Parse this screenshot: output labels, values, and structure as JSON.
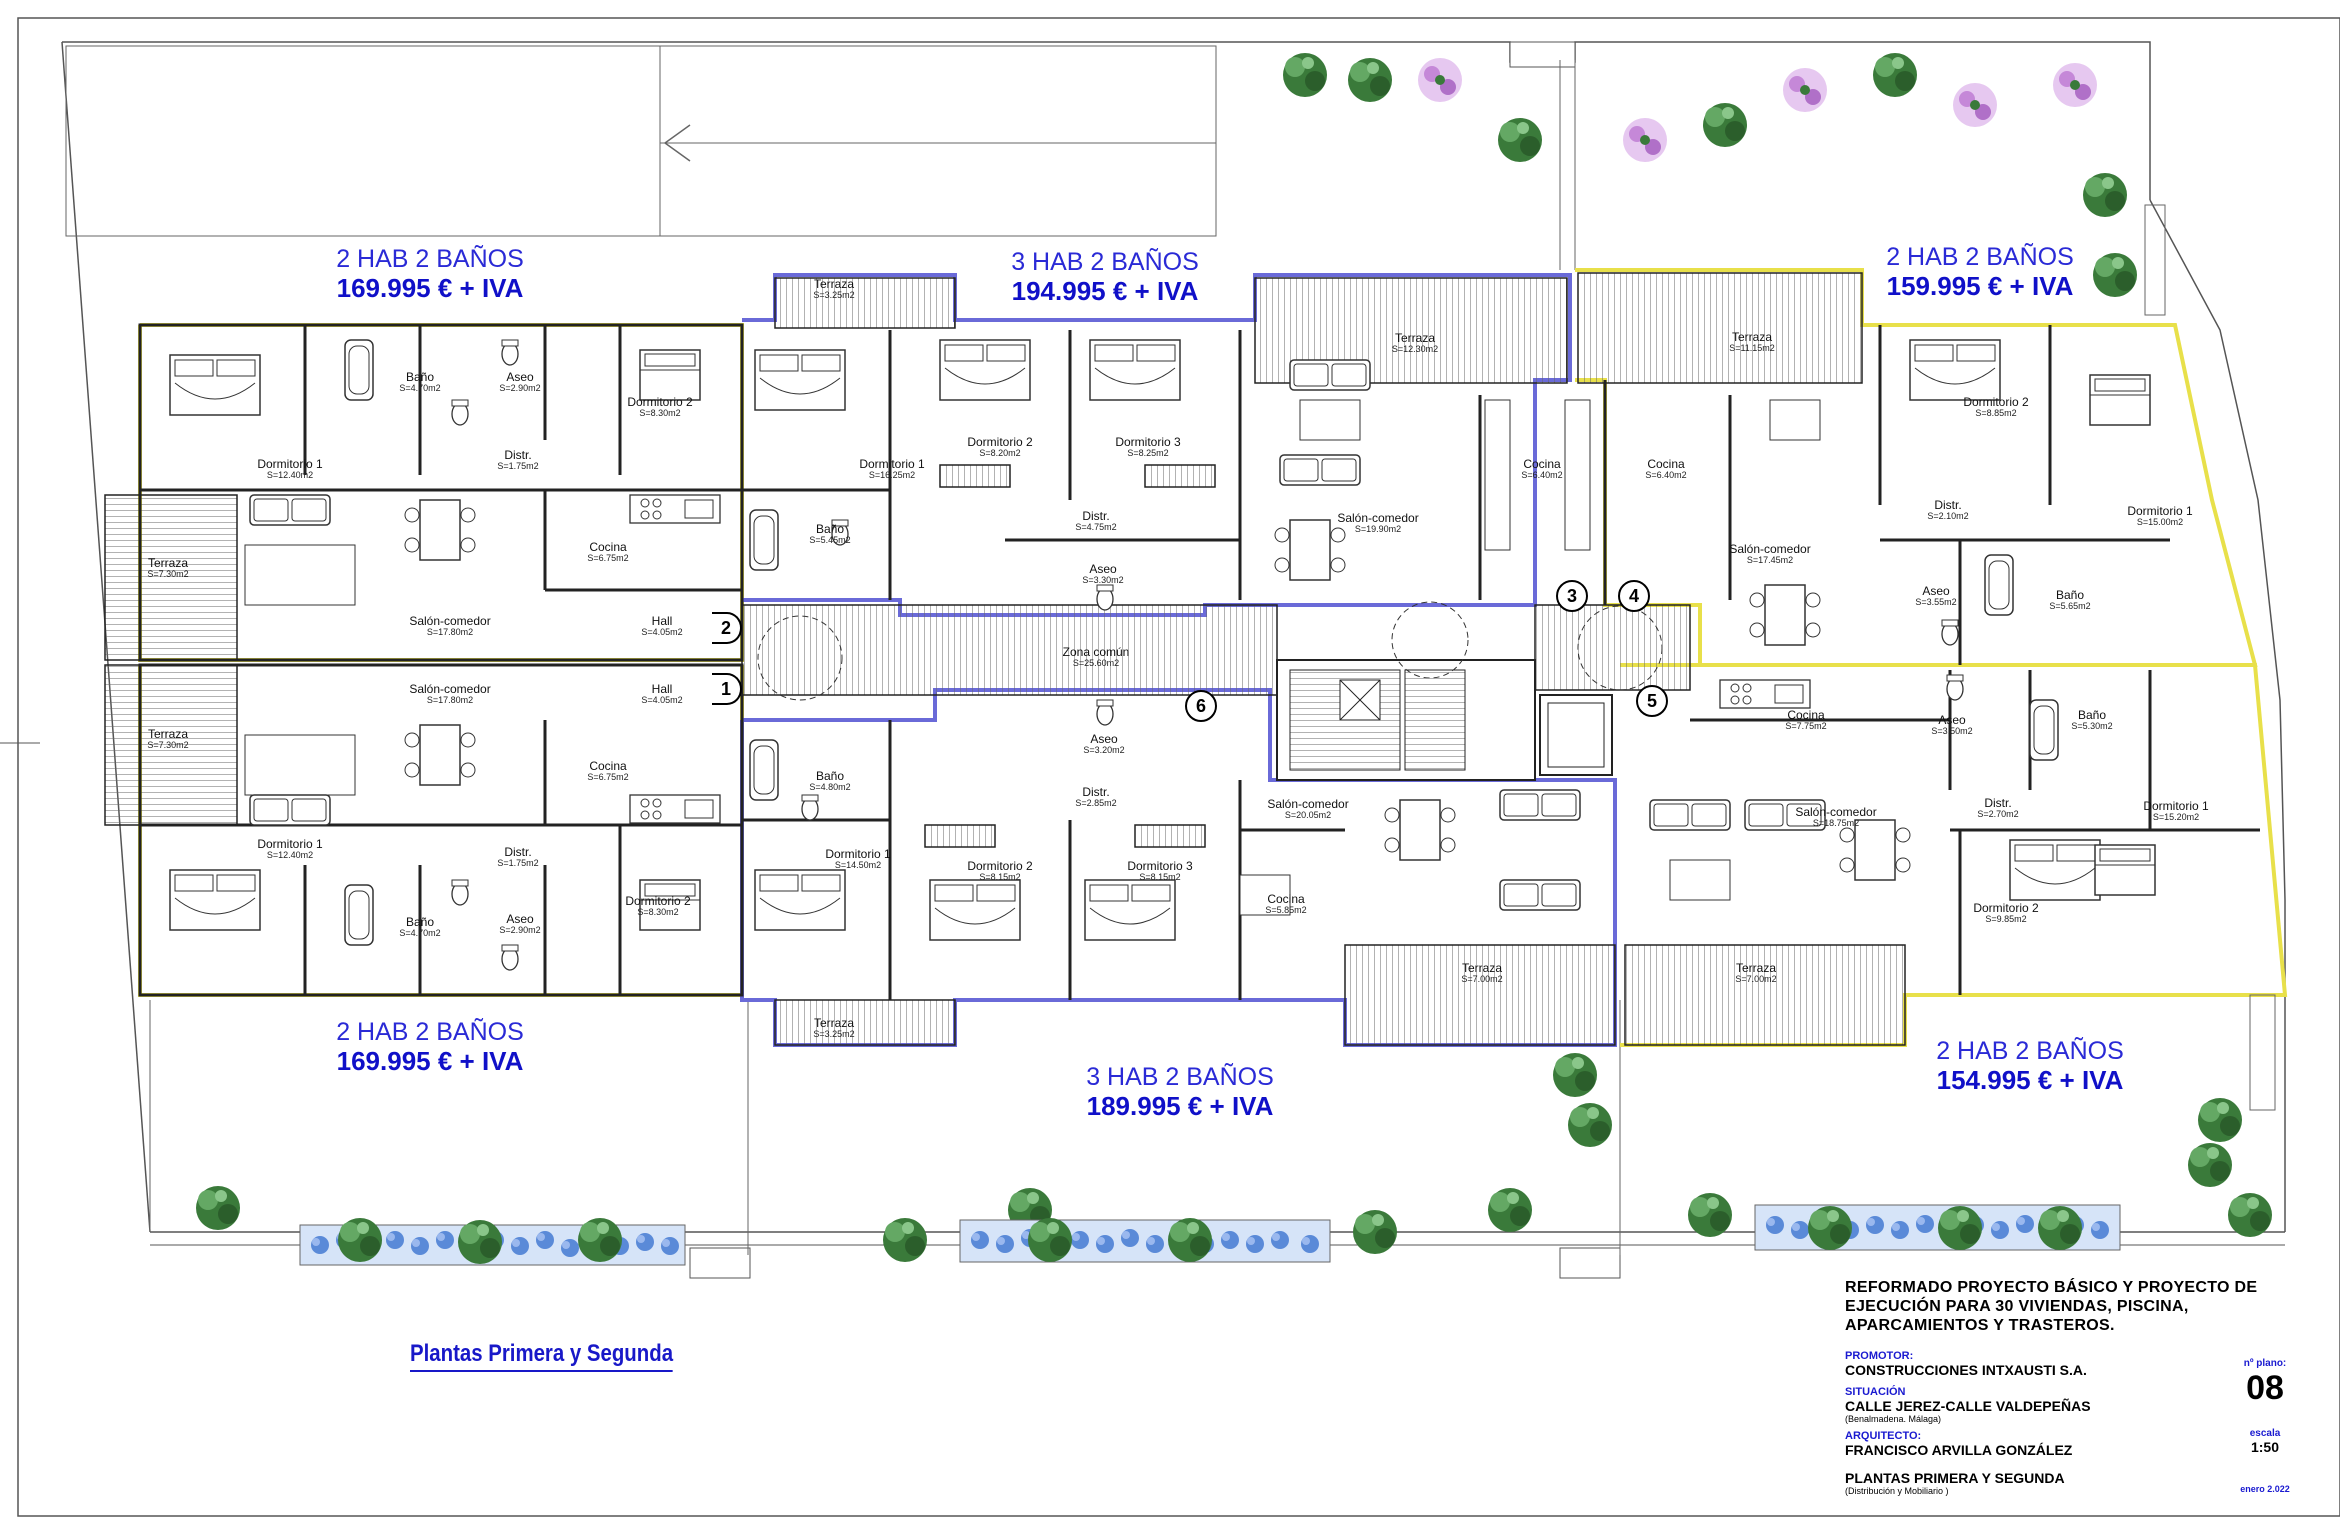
{
  "drawing": {
    "caption": "Plantas Primera y Segunda"
  },
  "units": [
    {
      "id": "u-top-left",
      "rooms": "2 HAB 2 BAÑOS",
      "price": "169.995 € + IVA"
    },
    {
      "id": "u-top-center",
      "rooms": "3 HAB 2 BAÑOS",
      "price": "194.995 € + IVA"
    },
    {
      "id": "u-top-right",
      "rooms": "2 HAB 2 BAÑOS",
      "price": "159.995 € + IVA"
    },
    {
      "id": "u-bottom-left",
      "rooms": "2 HAB 2 BAÑOS",
      "price": "169.995 € + IVA"
    },
    {
      "id": "u-bottom-center",
      "rooms": "3 HAB 2 BAÑOS",
      "price": "189.995 € + IVA"
    },
    {
      "id": "u-bottom-right",
      "rooms": "2 HAB 2 BAÑOS",
      "price": "154.995 € + IVA"
    }
  ],
  "rooms": [
    {
      "name": "Terraza",
      "area": "S=3.25m2"
    },
    {
      "name": "Terraza",
      "area": "S=12.30m2"
    },
    {
      "name": "Terraza",
      "area": "S=11.15m2"
    },
    {
      "name": "Baño",
      "area": "S=4.70m2"
    },
    {
      "name": "Aseo",
      "area": "S=2.90m2"
    },
    {
      "name": "Dormitorio 2",
      "area": "S=8.30m2"
    },
    {
      "name": "Dormitorio 1",
      "area": "S=12.40m2"
    },
    {
      "name": "Distr.",
      "area": "S=1.75m2"
    },
    {
      "name": "Dormitorio 1",
      "area": "S=16.25m2"
    },
    {
      "name": "Dormitorio 2",
      "area": "S=8.20m2"
    },
    {
      "name": "Dormitorio 3",
      "area": "S=8.25m2"
    },
    {
      "name": "Distr.",
      "area": "S=4.75m2"
    },
    {
      "name": "Baño",
      "area": "S=5.45m2"
    },
    {
      "name": "Aseo",
      "area": "S=3.30m2"
    },
    {
      "name": "Cocina",
      "area": "S=6.40m2"
    },
    {
      "name": "Salón-comedor",
      "area": "S=19.90m2"
    },
    {
      "name": "Cocina",
      "area": "S=6.40m2"
    },
    {
      "name": "Salón-comedor",
      "area": "S=17.45m2"
    },
    {
      "name": "Dormitorio 2",
      "area": "S=8.85m2"
    },
    {
      "name": "Distr.",
      "area": "S=2.10m2"
    },
    {
      "name": "Dormitorio 1",
      "area": "S=15.00m2"
    },
    {
      "name": "Aseo",
      "area": "S=3.55m2"
    },
    {
      "name": "Baño",
      "area": "S=5.65m2"
    },
    {
      "name": "Terraza",
      "area": "S=7.30m2"
    },
    {
      "name": "Cocina",
      "area": "S=6.75m2"
    },
    {
      "name": "Salón-comedor",
      "area": "S=17.80m2"
    },
    {
      "name": "Hall",
      "area": "S=4.05m2"
    },
    {
      "name": "Zona común",
      "area": "S=25.60m2"
    },
    {
      "name": "Salón-comedor",
      "area": "S=17.80m2"
    },
    {
      "name": "Hall",
      "area": "S=4.05m2"
    },
    {
      "name": "Terraza",
      "area": "S=7.30m2"
    },
    {
      "name": "Cocina",
      "area": "S=6.75m2"
    },
    {
      "name": "Dormitorio 1",
      "area": "S=12.40m2"
    },
    {
      "name": "Distr.",
      "area": "S=1.75m2"
    },
    {
      "name": "Baño",
      "area": "S=4.70m2"
    },
    {
      "name": "Aseo",
      "area": "S=2.90m2"
    },
    {
      "name": "Dormitorio 2",
      "area": "S=8.30m2"
    },
    {
      "name": "Baño",
      "area": "S=4.80m2"
    },
    {
      "name": "Aseo",
      "area": "S=3.20m2"
    },
    {
      "name": "Distr.",
      "area": "S=2.85m2"
    },
    {
      "name": "Dormitorio 1",
      "area": "S=14.50m2"
    },
    {
      "name": "Dormitorio 2",
      "area": "S=8.15m2"
    },
    {
      "name": "Dormitorio 3",
      "area": "S=8.15m2"
    },
    {
      "name": "Salón-comedor",
      "area": "S=20.05m2"
    },
    {
      "name": "Cocina",
      "area": "S=5.85m2"
    },
    {
      "name": "Terraza",
      "area": "S=3.25m2"
    },
    {
      "name": "Terraza",
      "area": "S=7.00m2"
    },
    {
      "name": "Terraza",
      "area": "S=7.00m2"
    },
    {
      "name": "Cocina",
      "area": "S=7.75m2"
    },
    {
      "name": "Salón-comedor",
      "area": "S=18.75m2"
    },
    {
      "name": "Aseo",
      "area": "S=3.50m2"
    },
    {
      "name": "Baño",
      "area": "S=5.30m2"
    },
    {
      "name": "Distr.",
      "area": "S=2.70m2"
    },
    {
      "name": "Dormitorio 1",
      "area": "S=15.20m2"
    },
    {
      "name": "Dormitorio 2",
      "area": "S=9.85m2"
    }
  ],
  "markers": [
    "1",
    "2",
    "3",
    "4",
    "5",
    "6"
  ],
  "title_block": {
    "project": "REFORMADO PROYECTO BÁSICO Y PROYECTO DE EJECUCIÓN PARA 30 VIVIENDAS, PISCINA, APARCAMIENTOS Y TRASTEROS.",
    "promotor_label": "PROMOTOR:",
    "promotor": "CONSTRUCCIONES INTXAUSTI S.A.",
    "situacion_label": "SITUACIÓN",
    "situacion": "CALLE JEREZ-CALLE VALDEPEÑAS",
    "situacion_sub": "(Benalmadena. Málaga)",
    "arquitecto_label": "ARQUITECTO:",
    "arquitecto": "FRANCISCO ARVILLA GONZÁLEZ",
    "plano_title": "PLANTAS PRIMERA Y SEGUNDA",
    "plano_sub": "(Distribución y Mobiliario )",
    "plano_no_label": "nº plano:",
    "plano_no": "08",
    "escala_label": "escala",
    "escala": "1:50",
    "fecha": "enero 2.022"
  },
  "colors": {
    "unit_outline_yellow": "#e8e04a",
    "unit_outline_blue": "#6a6ad8",
    "title_blue": "#1a1ad0",
    "wall": "#222222",
    "terrace_hatch": "#555555"
  }
}
